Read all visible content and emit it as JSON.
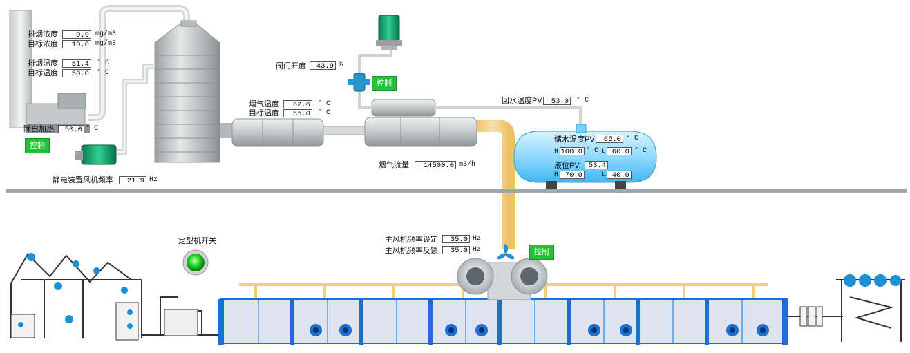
{
  "exhaust": {
    "smoke_conc_label": "排烟浓度",
    "smoke_conc_value": "9.9",
    "target_conc_label": "目标浓度",
    "target_conc_value": "10.0",
    "conc_unit": "mg/m3",
    "smoke_temp_label": "排烟温度",
    "smoke_temp_value": "51.4",
    "target_temp_label": "目标温度",
    "target_temp_value": "50.0",
    "temp_unit": "° C",
    "white_heat_label": "除白加热",
    "white_heat_value": "50.0",
    "control_label": "控制"
  },
  "esp_fan": {
    "label": "静电装置风机频率",
    "value": "21.9",
    "unit": "Hz"
  },
  "flue": {
    "gas_temp_label": "烟气温度",
    "gas_temp_value": "62.6",
    "target_temp_label": "目标温度",
    "target_temp_value": "55.0",
    "temp_unit": "° C",
    "flow_label": "烟气流量",
    "flow_value": "14500.0",
    "flow_unit": "m3/h"
  },
  "valve": {
    "label": "阀门开度",
    "value": "43.9",
    "unit": "%",
    "control_label": "控制"
  },
  "return_water": {
    "label": "回水温度PV",
    "value": "53.0",
    "unit": "° C"
  },
  "tank": {
    "temp_label": "储水温度PV",
    "temp_value": "65.0",
    "temp_unit": "° C",
    "h_label": "H",
    "h_value": "100.0",
    "h_unit": "° C",
    "l_label": "L",
    "l_value": "60.0",
    "l_unit": "° C",
    "level_label": "液位PV",
    "level_value": "53.4",
    "level_h_label": "H",
    "level_h_value": "70.0",
    "level_l_label": "L",
    "level_l_value": "40.0"
  },
  "main_fan": {
    "set_label": "主风机频率设定",
    "set_value": "35.0",
    "feedback_label": "主风机频率反馈",
    "feedback_value": "35.0",
    "unit": "Hz",
    "control_label": "控制"
  },
  "stenter": {
    "switch_label": "定型机开关"
  },
  "colors": {
    "oven_blue": "#1a6fd1",
    "pipe_yellow": "#f5d58a",
    "control_green": "#22c33a",
    "tank_blue": "#7fd4ff"
  }
}
